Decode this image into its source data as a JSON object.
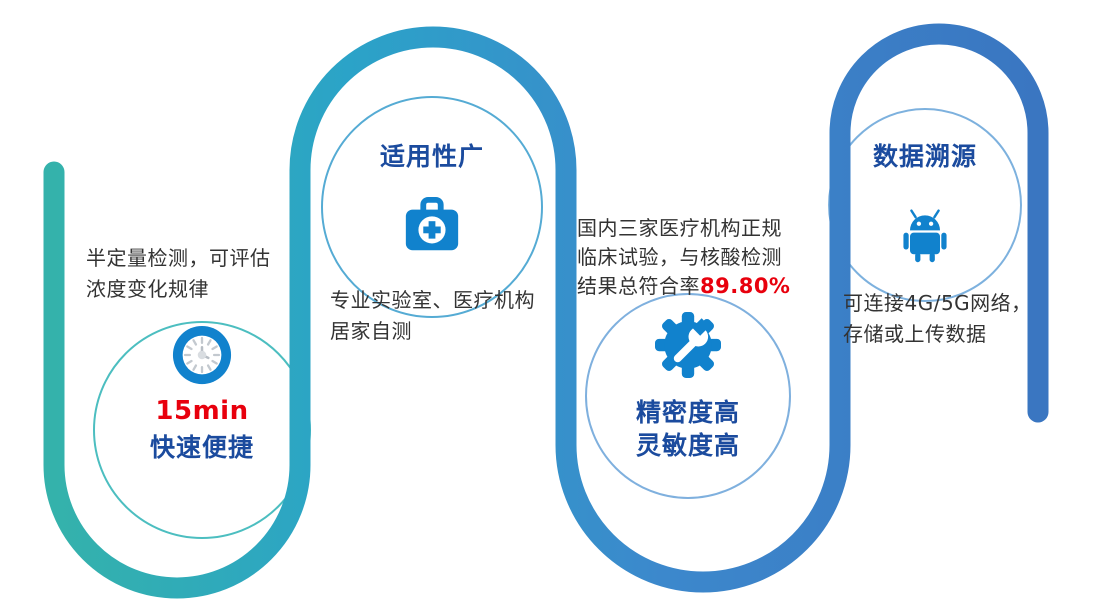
{
  "infographic": {
    "features": [
      {
        "id": "fast-convenient",
        "title": "快速便捷",
        "time_highlight": "15min",
        "description": "半定量检测，可评估\n浓度变化规律",
        "icon": "clock-icon"
      },
      {
        "id": "wide-applicability",
        "title": "适用性广",
        "description": "专业实验室、医疗机构\n居家自测",
        "icon": "first-aid-kit-icon"
      },
      {
        "id": "high-precision",
        "title": "精密度高\n灵敏度高",
        "description_prefix": "国内三家医疗机构正规\n临床试验，与核酸检测\n结果总符合率",
        "accuracy_highlight": "89.80%",
        "icon": "gear-wrench-icon"
      },
      {
        "id": "data-traceability",
        "title": "数据溯源",
        "description": "可连接4G/5G网络，\n存储或上传数据",
        "icon": "android-icon"
      }
    ],
    "colors": {
      "title_blue": "#1b4b9e",
      "highlight_red": "#e8000d",
      "icon_blue": "#1182cd",
      "body_text": "#333333",
      "snake_teal": "#34b2ab",
      "snake_blue": "#3a76c1",
      "ring_teal": "#4cbec0",
      "ring_blue": "#7fb0de"
    }
  }
}
